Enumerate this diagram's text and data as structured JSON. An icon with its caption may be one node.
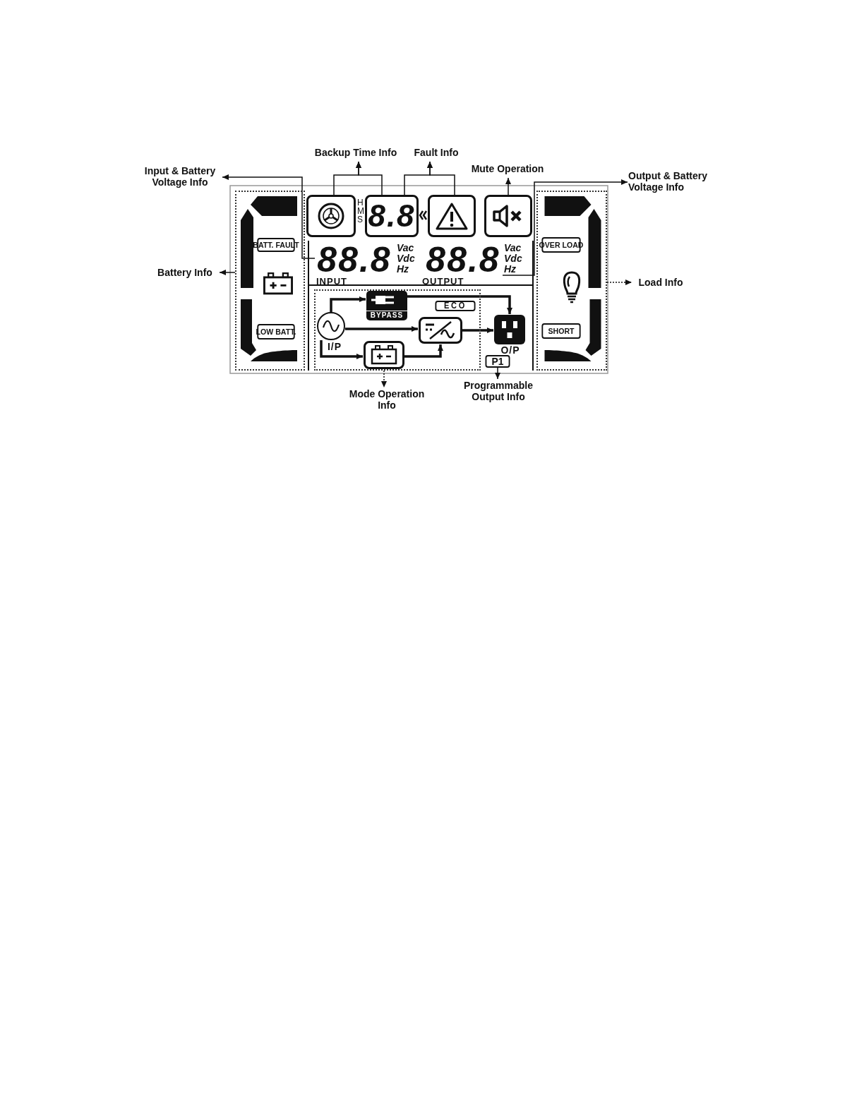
{
  "diagram": {
    "nodes": [
      {
        "text": [
          "Backup Time Info"
        ]
      },
      {
        "text": [
          "Fault Info"
        ]
      },
      {
        "text": [
          "Input & Battery Voltage Info"
        ]
      },
      {
        "text": [
          "Mute Operation"
        ]
      },
      {
        "text": [
          "Output & Battery Voltage Info"
        ]
      },
      {
        "text": [
          "Battery Info"
        ]
      },
      {
        "text": [
          "Load Info"
        ]
      },
      {
        "text": [
          "Mode Operation Info"
        ]
      },
      {
        "text": [
          "Programmable Output Info"
        ]
      },
      {
        "text": [],
        "shape": "box"
      },
      {
        "text": [
          "8.8"
        ]
      },
      {
        "text": [],
        "shape": "box"
      },
      {
        "text": [],
        "shape": "box"
      },
      {
        "text": [
          "88.8"
        ]
      },
      {
        "text": [
          "88.8"
        ]
      },
      {
        "text": [],
        "shape": "box"
      },
      {
        "text": [
          "BATT. FAULT"
        ],
        "in": 15
      },
      {
        "text": [
          "LOW BATT."
        ],
        "in": 15
      },
      {
        "text": [],
        "shape": "box"
      },
      {
        "text": [
          "OVER LOAD"
        ],
        "in": 18
      },
      {
        "text": [
          "SHORT"
        ],
        "in": 18
      },
      {
        "text": [],
        "shape": "box"
      },
      {
        "text": [],
        "shape": "circle",
        "in": 21,
        "beside": [
          "I/P"
        ]
      },
      {
        "text": [
          "BYPASS"
        ],
        "in": 21
      },
      {
        "text": [],
        "shape": "box",
        "in": 21
      },
      {
        "text": [],
        "shape": "box",
        "in": 21
      },
      {
        "text": [
          "ECO"
        ],
        "in": 21
      },
      {
        "text": [],
        "shape": "box",
        "beside": [
          "O/P"
        ]
      },
      {
        "text": [
          "P1"
        ]
      }
    ],
    "edges": [
      {
        "from": 9,
        "to": 0,
        "arrow": "to"
      },
      {
        "from": 10,
        "to": 0,
        "arrow": "to"
      },
      {
        "from": 10,
        "to": 1,
        "arrow": "to"
      },
      {
        "from": 11,
        "to": 1,
        "arrow": "to"
      },
      {
        "from": 12,
        "to": 3,
        "arrow": "to"
      },
      {
        "from": 13,
        "to": 2,
        "arrow": "to"
      },
      {
        "from": 14,
        "to": 4,
        "arrow": "to"
      },
      {
        "from": 15,
        "to": 5,
        "arrow": "to"
      },
      {
        "from": 18,
        "to": 6,
        "arrow": "to",
        "style": "dashed"
      },
      {
        "from": 21,
        "to": 7,
        "arrow": "to",
        "style": "dashed"
      },
      {
        "from": 28,
        "to": 8,
        "arrow": "to"
      },
      {
        "from": 22,
        "to": 23,
        "arrow": "to"
      },
      {
        "from": 22,
        "to": 25,
        "arrow": "to"
      },
      {
        "from": 22,
        "to": 24,
        "arrow": "to"
      },
      {
        "from": 23,
        "to": 27,
        "arrow": "to"
      },
      {
        "from": 24,
        "to": 25,
        "arrow": "to"
      },
      {
        "from": 25,
        "to": 27,
        "arrow": "to"
      }
    ],
    "labels": [
      "H",
      "M",
      "S",
      "Vac",
      "Vdc",
      "Hz",
      "Vac",
      "Vdc",
      "Hz",
      "INPUT",
      "OUTPUT"
    ]
  }
}
